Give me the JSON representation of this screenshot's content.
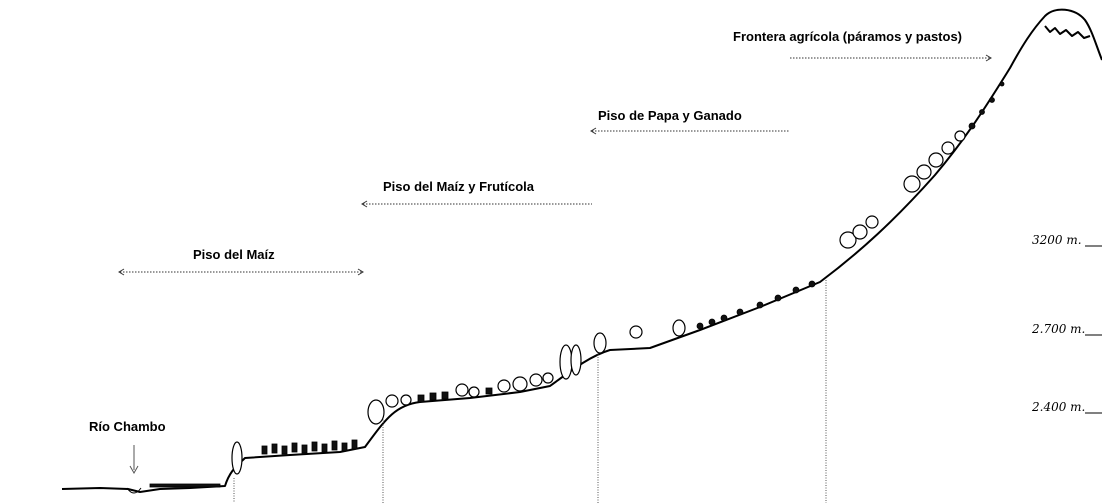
{
  "zones": {
    "frontera": "Frontera agrícola (páramos y pastos)",
    "papa": "Piso de Papa y Ganado",
    "maiz_fruticola": "Piso del Maíz y Frutícola",
    "maiz": "Piso del Maíz"
  },
  "river": {
    "label": "Río Chambo"
  },
  "altitudes": {
    "a3200": "3200 m.",
    "a2700": "2.700 m.",
    "a2400": "2.400 m."
  }
}
